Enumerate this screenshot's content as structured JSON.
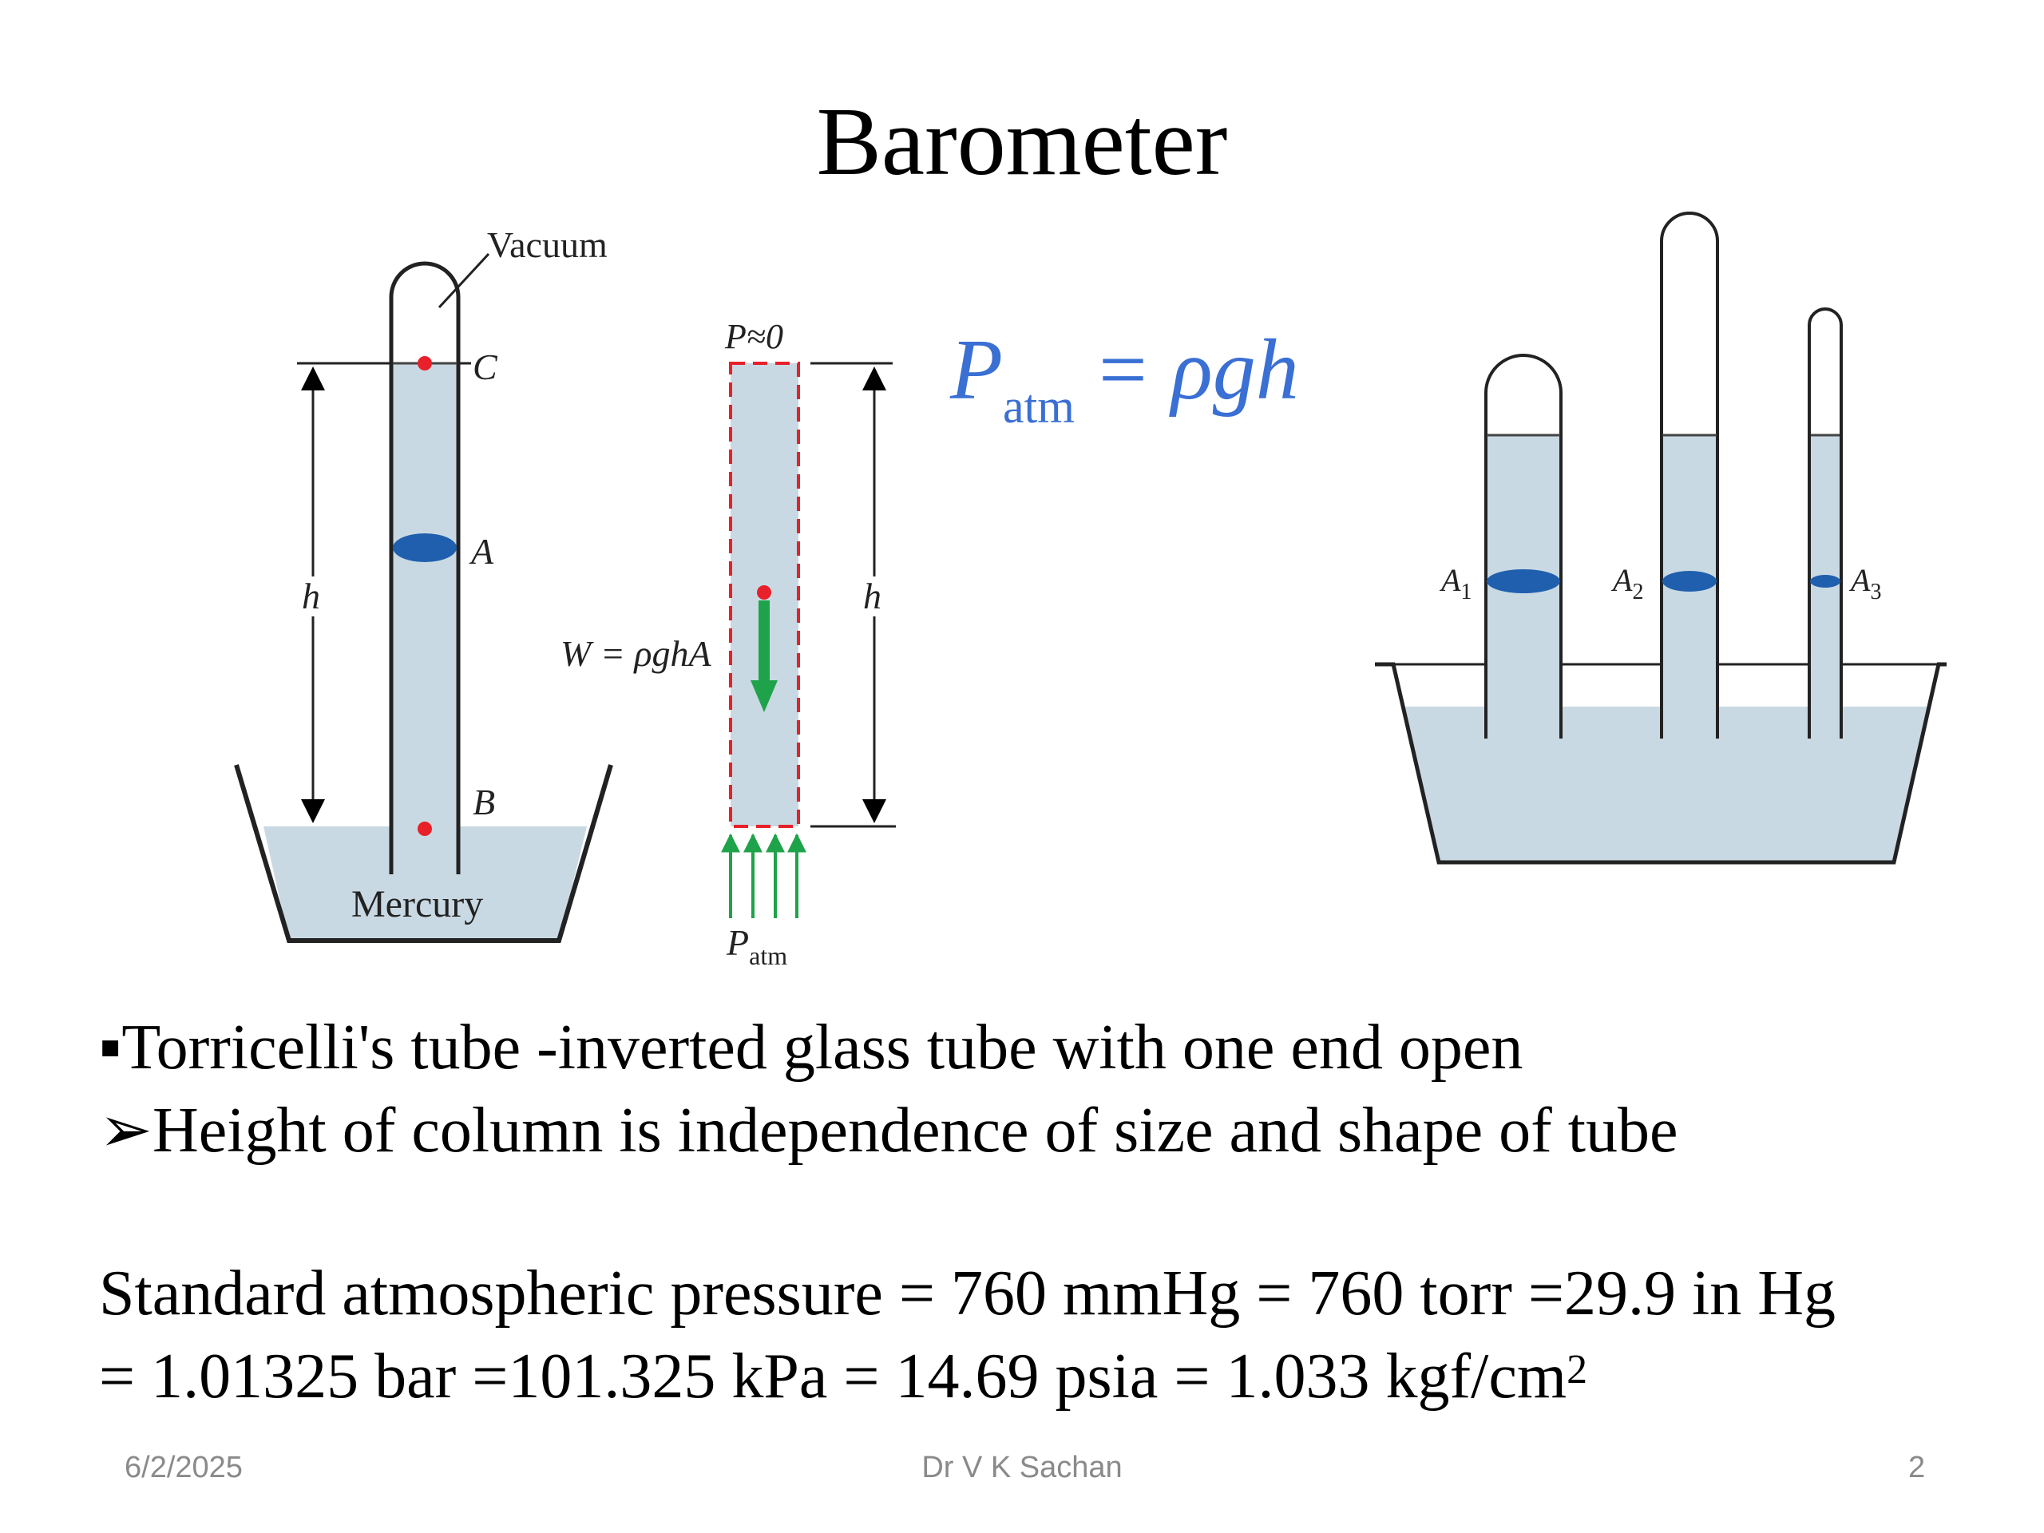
{
  "slide": {
    "title": "Barometer",
    "figure_left": {
      "vacuum": "Vacuum",
      "point_c": "C",
      "point_a": "A",
      "point_b": "B",
      "height": "h",
      "mercury": "Mercury"
    },
    "figure_middle": {
      "p_top": "P≈0",
      "weight": "W = ρghA",
      "height": "h",
      "p_bottom": "P",
      "p_bottom_sub": "atm"
    },
    "formula": {
      "lhs": "P",
      "lhs_sub": "atm",
      "eq": "=",
      "rhs": "ρgh"
    },
    "figure_right": {
      "a1": "A",
      "a1_sub": "1",
      "a2": "A",
      "a2_sub": "2",
      "a3": "A",
      "a3_sub": "3"
    },
    "bullets": [
      {
        "marker": "▪",
        "text": "Torricelli's tube -inverted glass tube with one end open"
      },
      {
        "marker": "➢",
        "text": "Height of column is independence of size and shape of tube"
      }
    ],
    "standard_pressure": {
      "line1": "Standard atmospheric pressure = 760 mmHg = 760 torr =29.9 in Hg",
      "line2": "= 1.01325 bar =101.325 kPa = 14.69 psia = 1.033 kgf/cm",
      "line2_sup": "2"
    },
    "footer": {
      "date": "6/2/2025",
      "author": "Dr V K Sachan",
      "page": "2"
    },
    "colors": {
      "liquid": "#c9d9e3",
      "area_disk": "#1f5fae",
      "point": "#e8202a",
      "arrow": "#1fa34a",
      "formula": "#3a6fd4"
    }
  }
}
